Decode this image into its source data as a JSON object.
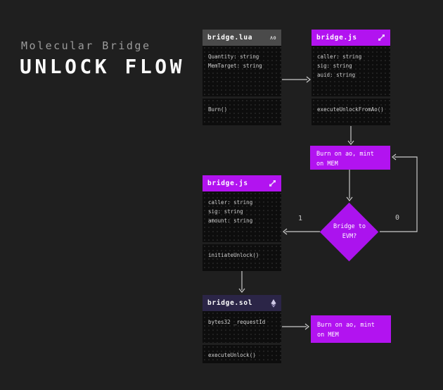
{
  "title": {
    "subtitle": "Molecular Bridge",
    "heading": "UNLOCK FLOW"
  },
  "modules": {
    "lua": {
      "name": "bridge.lua",
      "attrs": [
        "Quantity: string",
        "MemTarget: string"
      ],
      "fn": "Burn()"
    },
    "js_ao": {
      "name": "bridge.js",
      "attrs": [
        "caller: string",
        "sig: string",
        "auid: string"
      ],
      "fn": "executeUnlockFromAo()"
    },
    "js_evm": {
      "name": "bridge.js",
      "attrs": [
        "caller: string",
        "sig: string",
        "amount: string"
      ],
      "fn": "initiateUnlock()"
    },
    "sol": {
      "name": "bridge.sol",
      "attrs": [
        "bytes32 _requestId"
      ],
      "fn": "executeUnlock()"
    }
  },
  "process": {
    "burn_mint_top": "Burn on ao, mint on MEM",
    "burn_mint_bottom": "Burn on ao, mint on MEM"
  },
  "decision": {
    "label": "Bridge to EVM?",
    "true_label": "1",
    "false_label": "0"
  },
  "icons": {
    "ao_badge": "ΛO"
  },
  "colors": {
    "background": "#1f1f1f",
    "accent": "#b213f0",
    "diamond": "#ab13ee",
    "lua_header": "#4a4a4a",
    "sol_header": "#2b2547",
    "box_body": "#0d0d0d",
    "line": "#c9c9c9"
  }
}
